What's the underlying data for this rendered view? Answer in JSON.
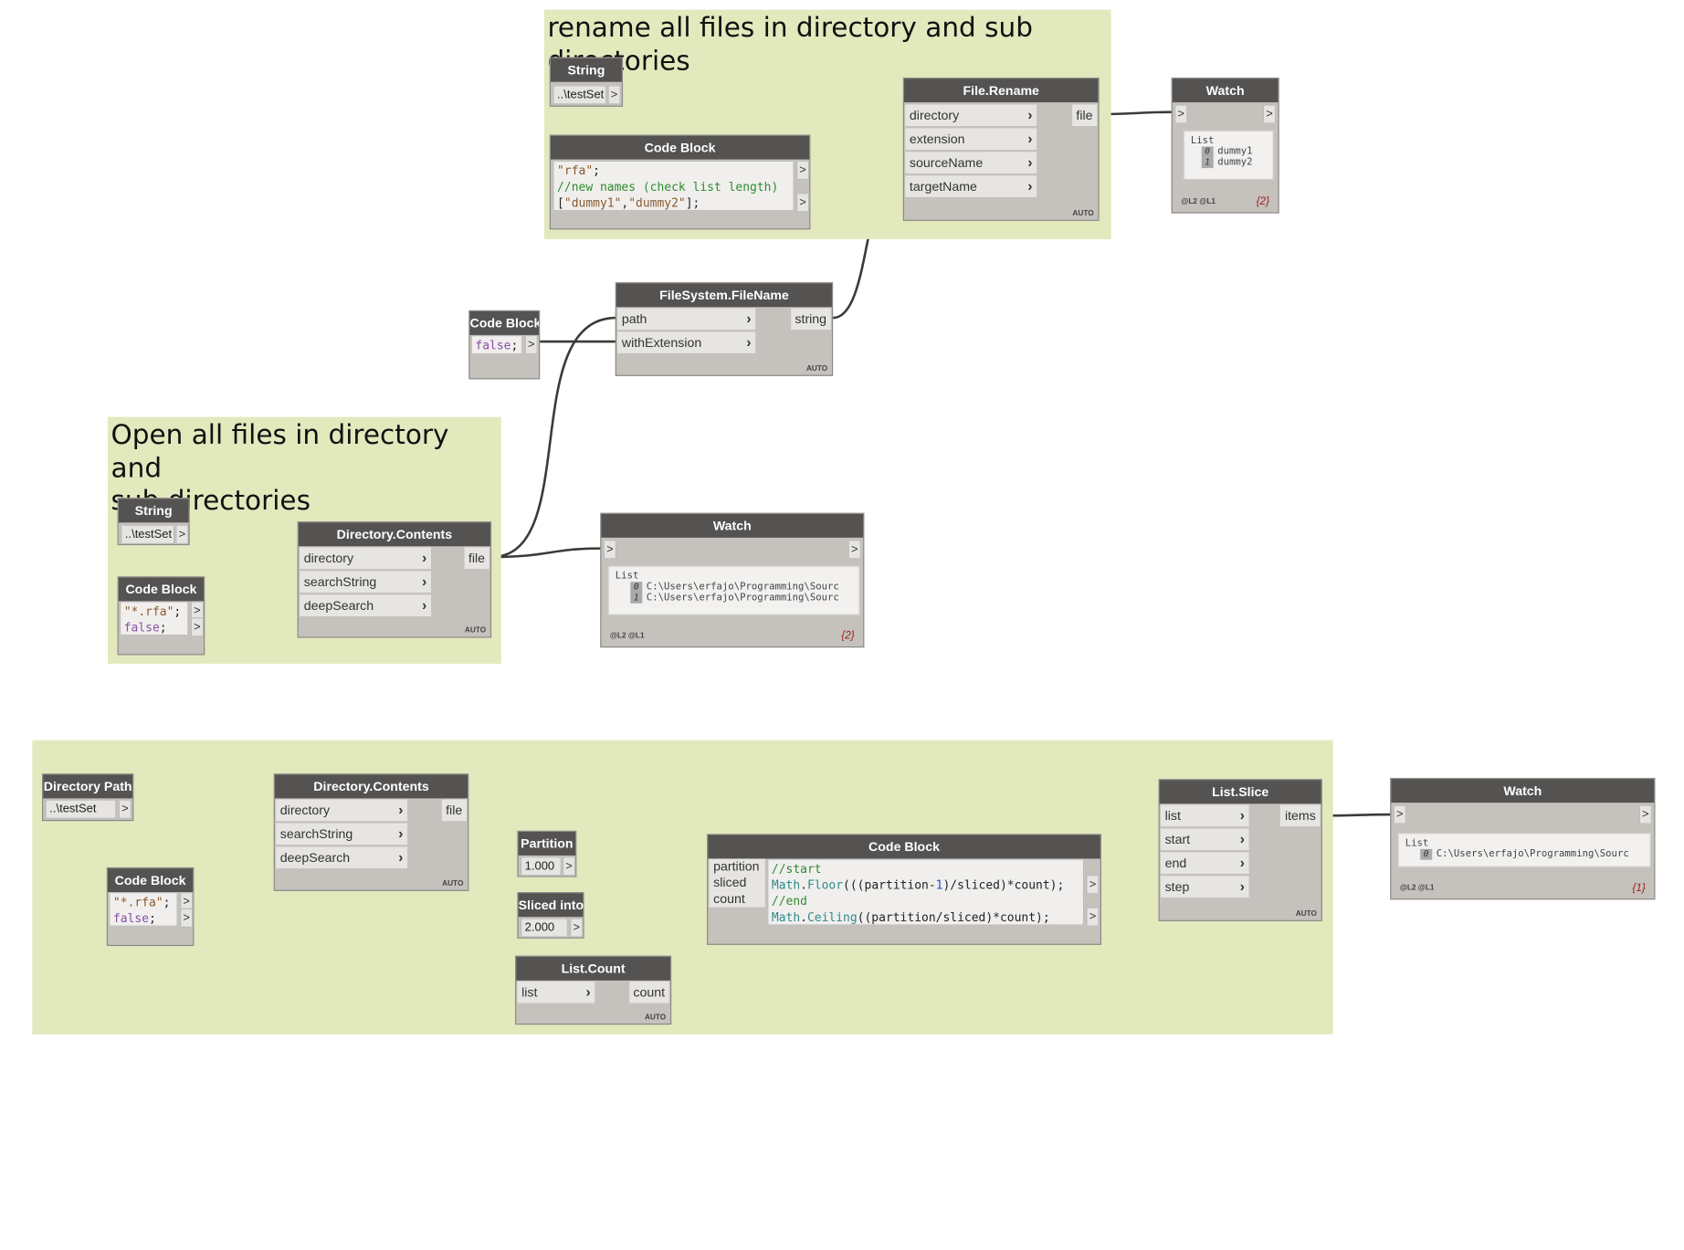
{
  "groups": {
    "rename_title": "rename all files in directory and sub directories",
    "open_title": "Open all files in directory and\nsub directories"
  },
  "nodes": {
    "string1": {
      "title": "String",
      "value": "..\\testSet"
    },
    "codeblock_rename": {
      "title": "Code Block"
    },
    "file_rename": {
      "title": "File.Rename",
      "inputs": [
        "directory",
        "extension",
        "sourceName",
        "targetName"
      ],
      "output": "file",
      "auto": "AUTO"
    },
    "watch1": {
      "title": "Watch",
      "list_label": "List",
      "items": [
        {
          "i": "0",
          "v": "dummy1"
        },
        {
          "i": "1",
          "v": "dummy2"
        }
      ],
      "levels": "@L2 @L1",
      "count": "{2}"
    },
    "codeblock_false": {
      "title": "Code Block"
    },
    "filesystem_filename": {
      "title": "FileSystem.FileName",
      "inputs": [
        "path",
        "withExtension"
      ],
      "output": "string",
      "auto": "AUTO"
    },
    "string2": {
      "title": "String",
      "value": "..\\testSet"
    },
    "codeblock_search": {
      "title": "Code Block"
    },
    "dir_contents1": {
      "title": "Directory.Contents",
      "inputs": [
        "directory",
        "searchString",
        "deepSearch"
      ],
      "output": "file",
      "auto": "AUTO"
    },
    "watch2": {
      "title": "Watch",
      "list_label": "List",
      "items": [
        {
          "i": "0",
          "v": "C:\\Users\\erfajo\\Programming\\Sourc"
        },
        {
          "i": "1",
          "v": "C:\\Users\\erfajo\\Programming\\Sourc"
        }
      ],
      "levels": "@L2 @L1",
      "count": "{2}"
    },
    "directory_path": {
      "title": "Directory Path",
      "value": "..\\testSet"
    },
    "codeblock_search2": {
      "title": "Code Block"
    },
    "dir_contents2": {
      "title": "Directory.Contents",
      "inputs": [
        "directory",
        "searchString",
        "deepSearch"
      ],
      "output": "file",
      "auto": "AUTO"
    },
    "partition": {
      "title": "Partition",
      "value": "1.000"
    },
    "sliced_into": {
      "title": "Sliced into",
      "value": "2.000"
    },
    "list_count": {
      "title": "List.Count",
      "inputs": [
        "list"
      ],
      "output": "count",
      "auto": "AUTO"
    },
    "codeblock_slice": {
      "title": "Code Block",
      "inputs": [
        "partition",
        "sliced",
        "count"
      ]
    },
    "list_slice": {
      "title": "List.Slice",
      "inputs": [
        "list",
        "start",
        "end",
        "step"
      ],
      "output": "items",
      "auto": "AUTO"
    },
    "watch3": {
      "title": "Watch",
      "list_label": "List",
      "items": [
        {
          "i": "0",
          "v": "C:\\Users\\erfajo\\Programming\\Sourc"
        }
      ],
      "levels": "@L2 @L1",
      "count": "{1}"
    }
  },
  "arrow": ">"
}
